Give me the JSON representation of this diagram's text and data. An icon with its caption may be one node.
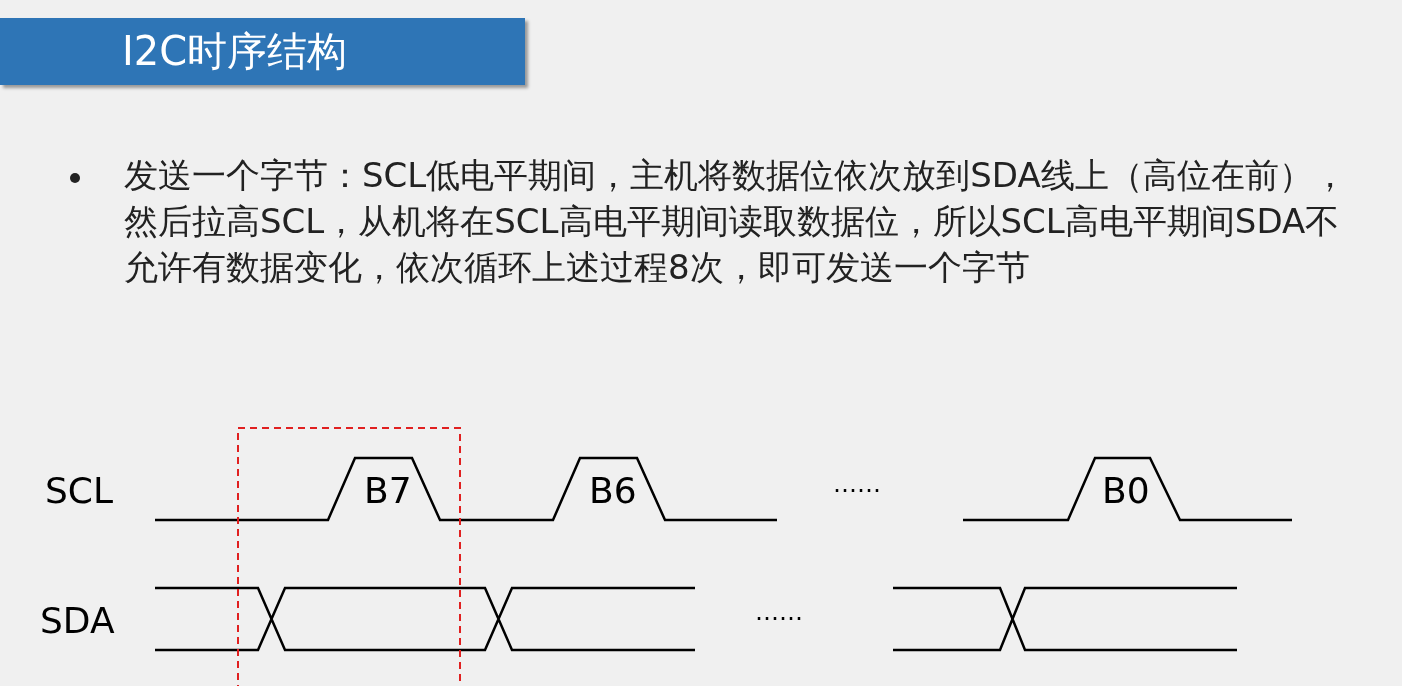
{
  "diagram": {
    "title": "I2C时序结构",
    "labels": [
      "发送一个字节：SCL低电平期间，主机将数据位依次放到SDA线上（高位在前），然后拉高SCL，从机将在SCL高电平期间读取数据位，所以SCL高电平期间SDA不允许有数据变化，依次循环上述过程8次，即可发送一个字节",
      "SCL",
      "B7",
      "B6",
      "……",
      "B0",
      "SDA",
      "……"
    ]
  }
}
